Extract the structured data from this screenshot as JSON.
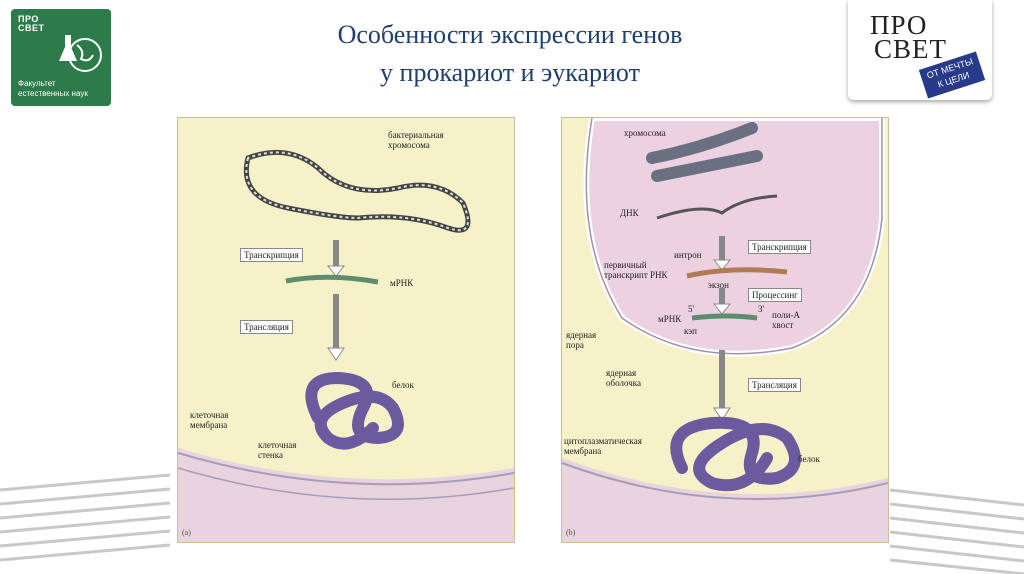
{
  "header": {
    "title_line1": "Особенности экспрессии генов",
    "title_line2": "у прокариот и эукариот"
  },
  "logo_left": {
    "brand_line1": "ПРО",
    "brand_line2": "СВЕТ",
    "caption_line1": "Факультет",
    "caption_line2": "естественных наук"
  },
  "logo_right": {
    "word1": "ПРО",
    "word2": "СВЕТ",
    "tag_line1": "ОТ МЕЧТЫ",
    "tag_line2": "К ЦЕЛИ"
  },
  "panel_a": {
    "label": "(a)",
    "bacterial_chromosome_1": "бактериальная",
    "bacterial_chromosome_2": "хромосома",
    "transcription": "Транскрипция",
    "mrna": "мРНК",
    "translation": "Трансляция",
    "protein": "белок",
    "cell_membrane_1": "клеточная",
    "cell_membrane_2": "мембрана",
    "cell_wall_1": "клеточная",
    "cell_wall_2": "стенка"
  },
  "panel_b": {
    "label": "(b)",
    "chromosome": "хромосома",
    "dna": "ДНК",
    "transcription": "Транскрипция",
    "intron": "интрон",
    "primary_transcript_1": "первичный",
    "primary_transcript_2": "транскрипт РНК",
    "exon": "экзон",
    "processing": "Процессинг",
    "five_prime": "5'",
    "three_prime": "3'",
    "mrna": "мРНК",
    "cap": "кэп",
    "polya_1": "поли-А",
    "polya_2": "хвост",
    "nuclear_pore_1": "ядерная",
    "nuclear_pore_2": "пора",
    "nuclear_envelope_1": "ядерная",
    "nuclear_envelope_2": "оболочка",
    "translation": "Трансляция",
    "cytoplasmic_membrane_1": "цитоплазматическая",
    "cytoplasmic_membrane_2": "мембрана",
    "protein": "белок"
  },
  "colors": {
    "title": "#1f3f6f",
    "logo_green": "#2d7a4a",
    "panel_bg": "#f7f1c9",
    "membrane": "#e8d3df",
    "nucleus": "#ecd2e0",
    "protein": "#6b5a9e",
    "rna": "#5e8d6e"
  }
}
